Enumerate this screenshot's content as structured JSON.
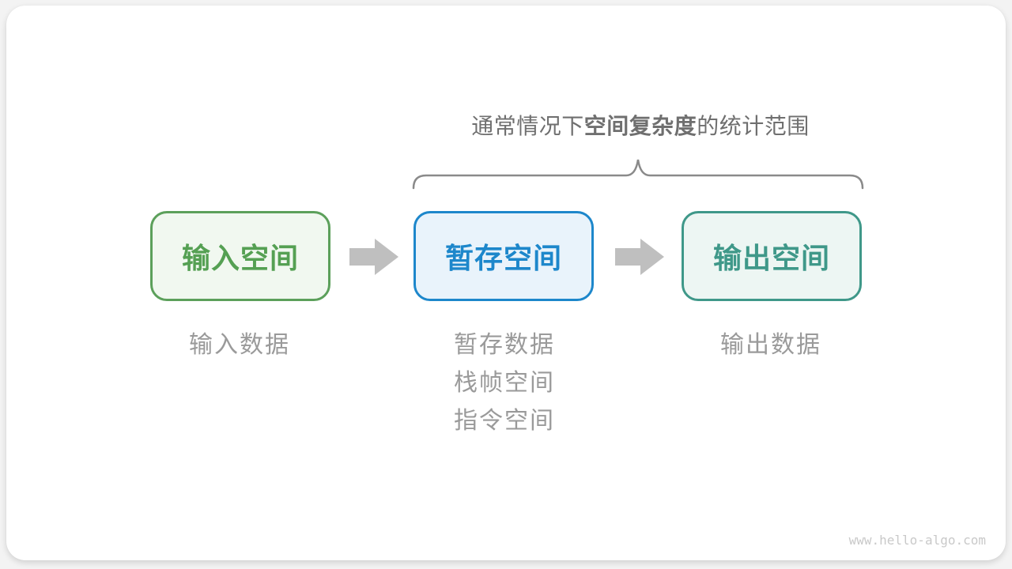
{
  "title": {
    "prefix": "通常情况下",
    "bold": "空间复杂度",
    "suffix": "的统计范围"
  },
  "nodes": [
    {
      "id": "input-space",
      "box_label": "输入空间",
      "sub_labels": [
        "输入数据"
      ],
      "colors": {
        "border": "#5ca05b",
        "text": "#55a053",
        "bg": "#f1f8f0"
      }
    },
    {
      "id": "buffer-space",
      "box_label": "暂存空间",
      "sub_labels": [
        "暂存数据",
        "栈帧空间",
        "指令空间"
      ],
      "colors": {
        "border": "#1d87cb",
        "text": "#1d87cb",
        "bg": "#e9f3fb"
      }
    },
    {
      "id": "output-space",
      "box_label": "输出空间",
      "sub_labels": [
        "输出数据"
      ],
      "colors": {
        "border": "#3f9889",
        "text": "#3f9889",
        "bg": "#edf6f3"
      }
    }
  ],
  "watermark": "www.hello-algo.com",
  "icons": {
    "arrow": "right-block-arrow",
    "brace": "top-curly-brace"
  },
  "colors": {
    "title_text": "#6f6f6f",
    "sub_label_text": "#9a9a9a",
    "brace": "#8a8a8a",
    "arrow": "#bfbfbf",
    "watermark_text": "#c9c9c9",
    "card_bg": "#ffffff"
  }
}
